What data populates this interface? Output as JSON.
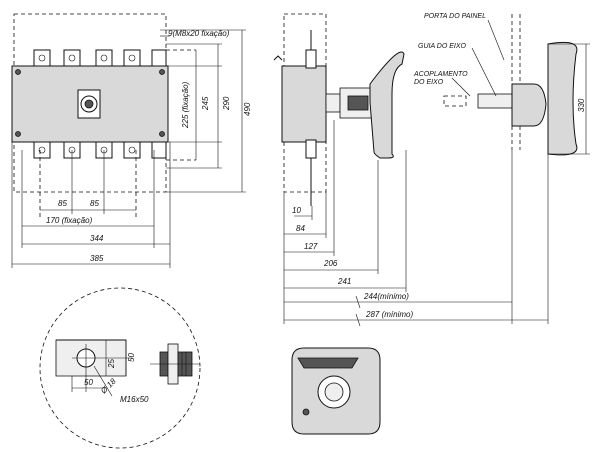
{
  "front_view": {
    "dim_9_m8": "9(M8x20 fixação)",
    "dim_225": "225 (fixação)",
    "dim_245": "245",
    "dim_290": "290",
    "dim_490": "490",
    "dim_85_left": "85",
    "dim_85_right": "85",
    "dim_170": "170 (fixação)",
    "dim_344": "344",
    "dim_385": "385"
  },
  "side_view": {
    "dim_10": "10",
    "dim_84": "84",
    "dim_127": "127",
    "dim_206": "206",
    "dim_241": "241",
    "dim_244": "244(mínimo)",
    "dim_287": "287  (mínimo)"
  },
  "handle_detail": {
    "label_door": "PORTA DO PAINEL",
    "label_guide": "GUIA DO EIXO",
    "label_coupling_1": "ACOPLAMENTO",
    "label_coupling_2": "DO EIXO",
    "dim_330": "330"
  },
  "terminal_detail": {
    "dim_25": "25",
    "dim_50_v": "50",
    "dim_50_h": "50",
    "dim_hole": "Ø 18",
    "dim_bolt": "M16x50"
  }
}
